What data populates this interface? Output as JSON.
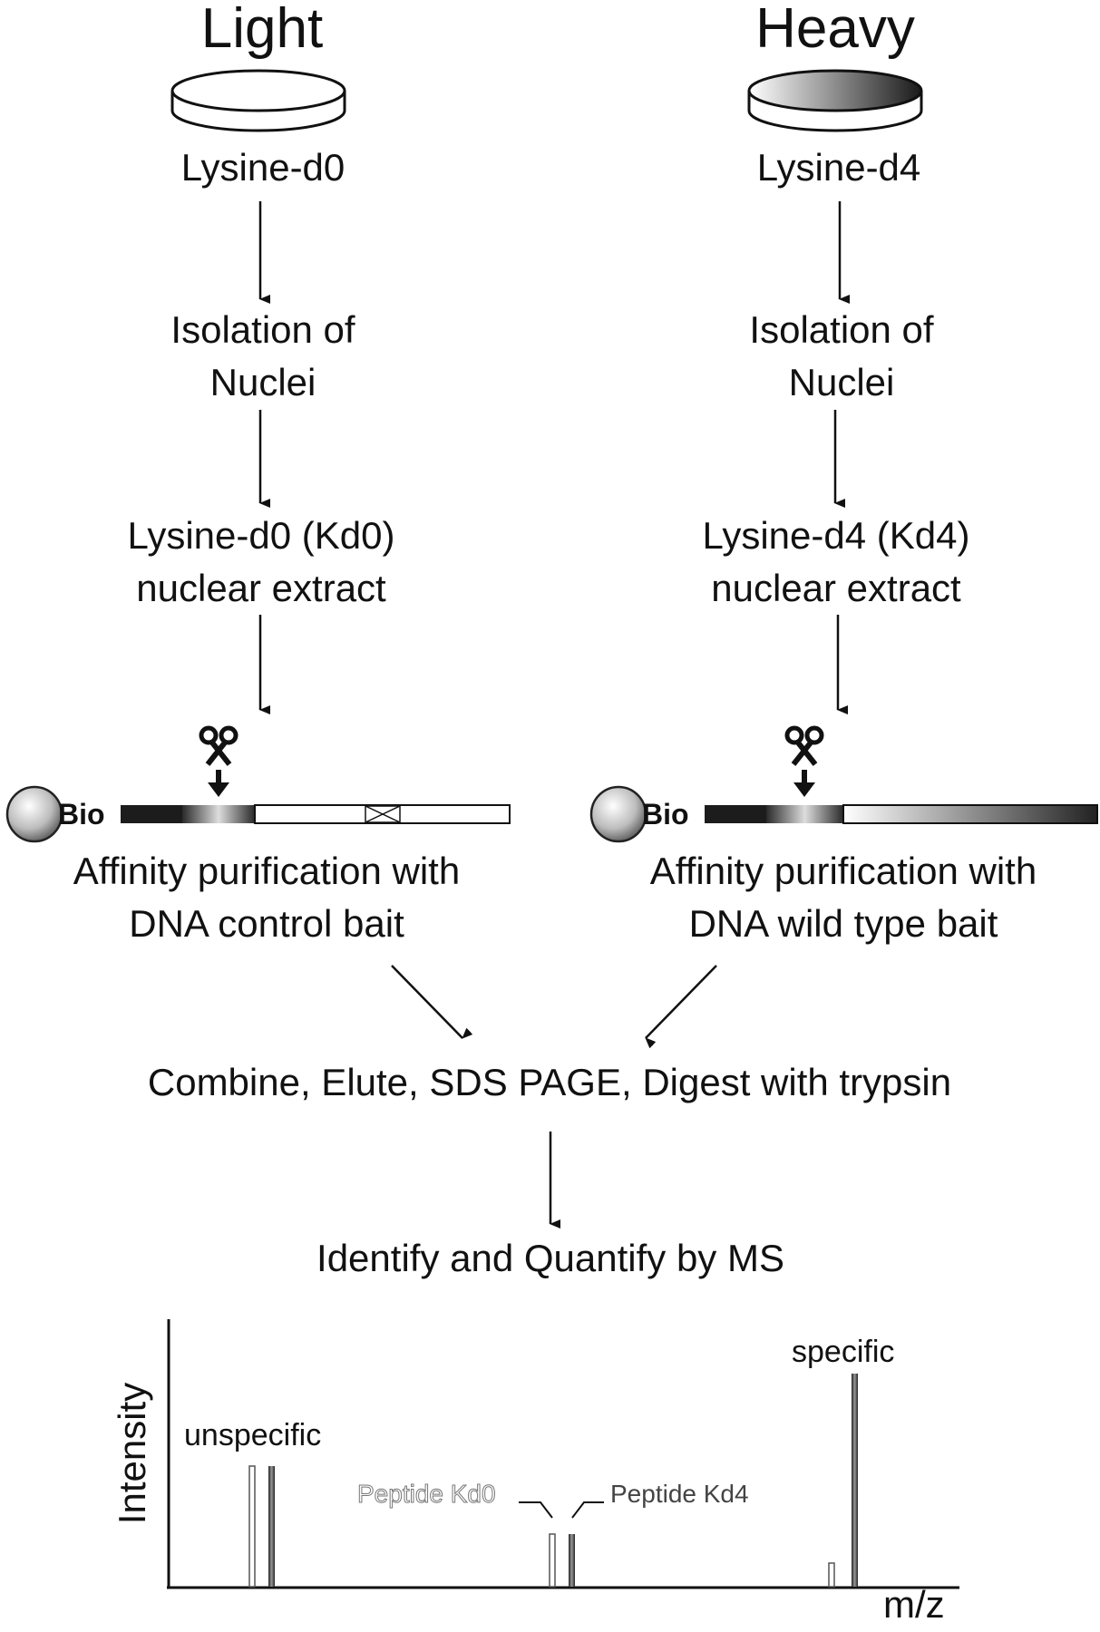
{
  "light": {
    "title": "Light",
    "label": "Lysine-d0",
    "isolation": [
      "Isolation of",
      "Nuclei"
    ],
    "extract": [
      "Lysine-d0 (Kd0)",
      "nuclear extract"
    ],
    "bead_label": "Bio",
    "purification": [
      "Affinity purification with",
      "DNA control bait"
    ]
  },
  "heavy": {
    "title": "Heavy",
    "label": "Lysine-d4",
    "isolation": [
      "Isolation of",
      "Nuclei"
    ],
    "extract": [
      "Lysine-d4 (Kd4)",
      "nuclear extract"
    ],
    "bead_label": "Bio",
    "purification": [
      "Affinity purification with",
      "DNA wild type bait"
    ]
  },
  "combine_step": "Combine, Elute, SDS PAGE, Digest with trypsin",
  "ms_step": "Identify and Quantify by MS",
  "spectrum": {
    "y_label": "Intensity",
    "x_label": "m/z",
    "unspecific_label": "unspecific",
    "specific_label": "specific",
    "peptide_kd0_label": "Peptide Kd0",
    "peptide_kd4_label": "Peptide Kd4"
  }
}
